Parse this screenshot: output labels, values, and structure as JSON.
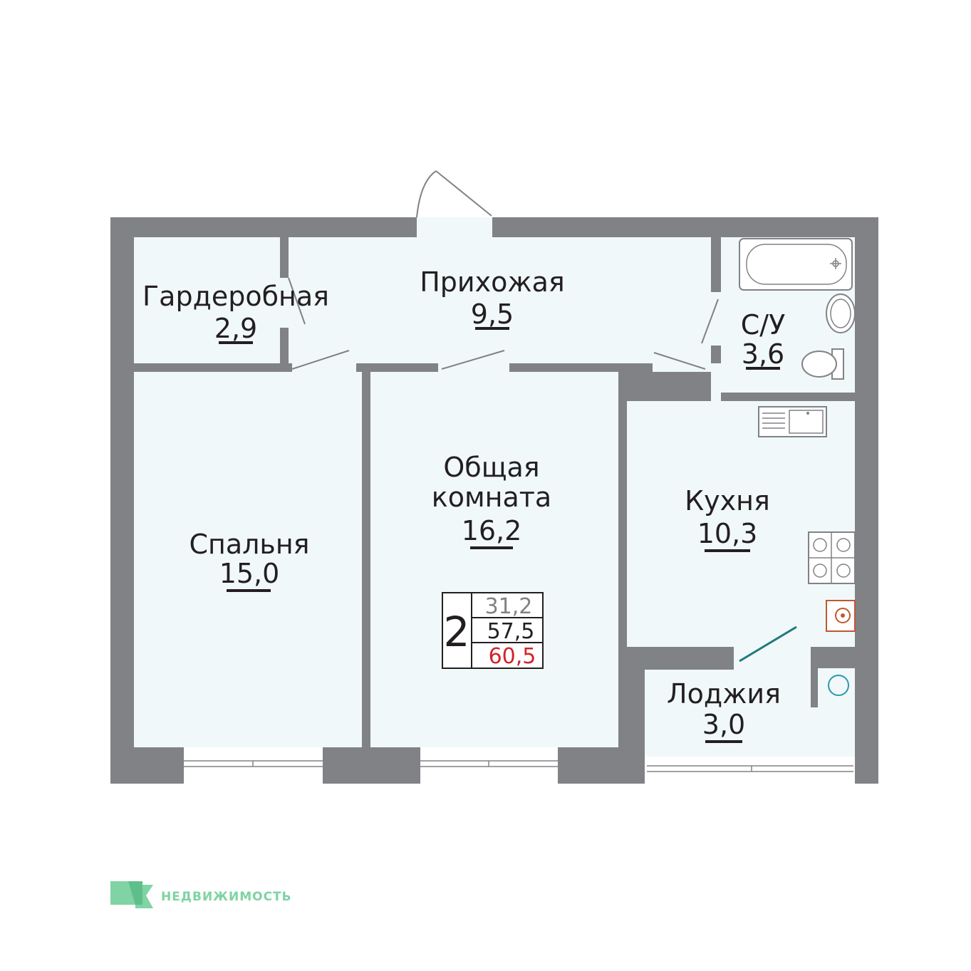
{
  "rooms": {
    "wardrobe": {
      "name": "Гардеробная",
      "area": "2,9"
    },
    "hall": {
      "name": "Прихожая",
      "area": "9,5"
    },
    "bathroom": {
      "name": "С/У",
      "area": "3,6"
    },
    "living": {
      "name_line1": "Общая",
      "name_line2": "комната",
      "area": "16,2"
    },
    "bedroom": {
      "name": "Спальня",
      "area": "15,0"
    },
    "kitchen": {
      "name": "Кухня",
      "area": "10,3"
    },
    "loggia": {
      "name": "Лоджия",
      "area": "3,0"
    }
  },
  "summary": {
    "rooms_count": "2",
    "living_area": "31,2",
    "total_area": "57,5",
    "total_with_loggia": "60,5"
  },
  "brand": {
    "name": "НЕДВИЖИМОСТЬ"
  },
  "colors": {
    "wall": "#808285",
    "room_fill": "#f1f8fa",
    "accent_red": "#d2232a",
    "muted_gray": "#808285",
    "brand_green": "#7fd3a4",
    "door_teal": "#1f7a7a",
    "boiler_orange": "#c0582d",
    "riser_teal": "#2a9aa8"
  }
}
